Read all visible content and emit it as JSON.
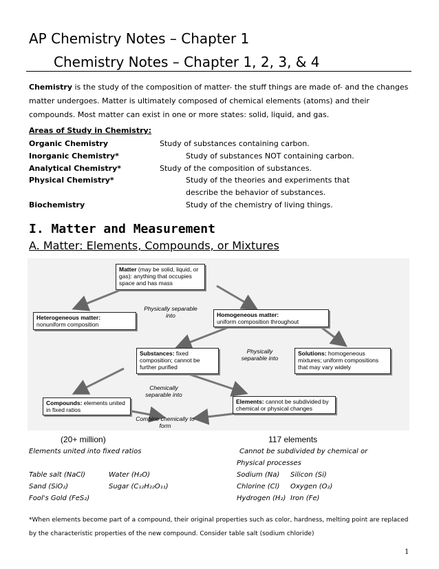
{
  "header": {
    "title_line1": "AP Chemistry Notes – Chapter 1",
    "title_line2": "Chemistry Notes – Chapter 1, 2, 3, & 4"
  },
  "intro": {
    "term": "Chemistry",
    "text": " is the study of the composition of matter- the stuff things are made of- and the changes matter undergoes.  Matter is ultimately composed of chemical elements (atoms)  and their compounds.  Most matter can exist in one or more states: solid, liquid, and gas."
  },
  "areas": {
    "heading": "Areas of Study in Chemistry:",
    "items": [
      {
        "name": "Organic Chemistry",
        "desc": "Study of substances containing carbon."
      },
      {
        "name": "Inorganic Chemistry*",
        "desc": "Study of substances NOT containing carbon."
      },
      {
        "name": "Analytical Chemistry*",
        "desc": "Study of the composition of substances."
      },
      {
        "name": "Physical Chemistry*",
        "desc": "Study of the theories and experiments that",
        "desc2": "describe the behavior of substances."
      },
      {
        "name": "Biochemistry",
        "desc": "Study of the chemistry of living things."
      }
    ]
  },
  "section": {
    "heading": "I.  Matter and Measurement",
    "subheading": "A. Matter: Elements, Compounds, or Mixtures"
  },
  "diagram": {
    "matter": {
      "bold": "Matter",
      "text": " (may be solid, liquid, or gas): anything that occupies space and has mass"
    },
    "heterogeneous": {
      "bold": "Heterogeneous matter:",
      "text": "nonuniform composition"
    },
    "homogeneous": {
      "bold": "Homogeneous matter:",
      "text": "uniform composition throughout"
    },
    "substances": {
      "bold": "Substances:",
      "text": " fixed composition; cannot be further purified"
    },
    "solutions": {
      "bold": "Solutions:",
      "text": " homogeneous mixtures; uniform compositions that may vary widely"
    },
    "compounds": {
      "bold": "Compounds:",
      "text": " elements united in fixed ratios"
    },
    "elements": {
      "bold": "Elements:",
      "text": " cannot be subdivided by chemical or physical changes"
    },
    "label_physical1": "Physically separable into",
    "label_physical2": "Physically separable into",
    "label_chemical": "Chemically separable into",
    "label_combine": "Combine chemically to form"
  },
  "below": {
    "count_left": "(20+ million)",
    "count_right": "117 elements",
    "compounds_def": "Elements united into fixed ratios",
    "elements_def1": "Cannot be subdivided by chemical or",
    "elements_def2": "Physical processes",
    "compounds_examples": [
      [
        "Table salt (NaCl)",
        "Water (H₂O)"
      ],
      [
        "Sand  (SiO₂)",
        "Sugar  (C₁₂H₂₂O₁₁)"
      ],
      [
        "Fool's Gold (FeS₂)",
        ""
      ]
    ],
    "elements_examples": [
      [
        "Sodium (Na)",
        "Silicon (Si)"
      ],
      [
        "Chlorine (Cl)",
        "Oxygen (O₂)"
      ],
      [
        "Hydrogen (H₂)",
        "Iron (Fe)"
      ]
    ]
  },
  "footnote": "*When elements become part of a compound, their original properties such as color, hardness, melting point are replaced by the characteristic properties of the new compound.  Consider table salt (sodium chloride)",
  "page_number": "1"
}
